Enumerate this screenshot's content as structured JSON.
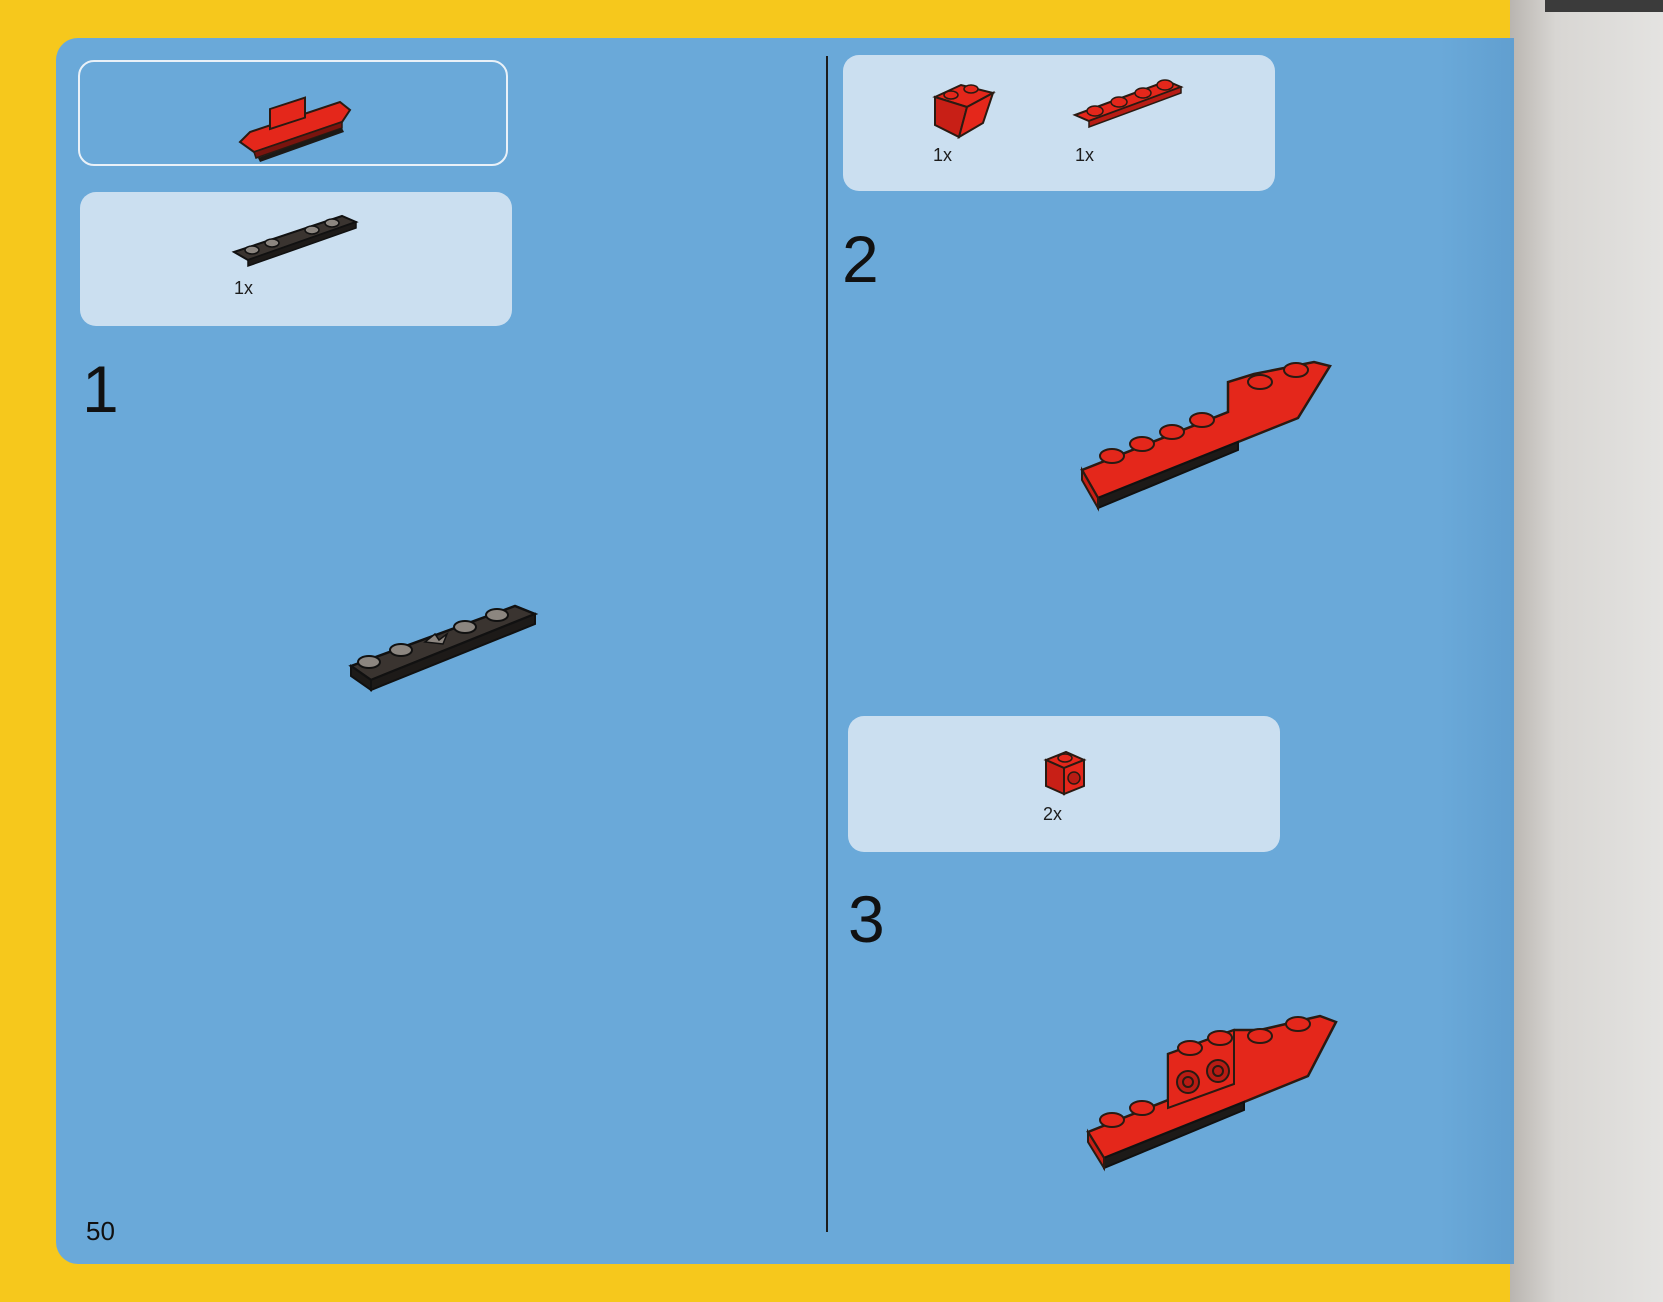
{
  "page_number": "50",
  "steps": {
    "step1": {
      "number": "1",
      "parts": [
        {
          "qty": "1x",
          "name": "black-plate-1x6-icon"
        }
      ]
    },
    "step2": {
      "number": "2",
      "parts": [
        {
          "qty": "1x",
          "name": "red-slope-icon"
        },
        {
          "qty": "1x",
          "name": "red-plate-1x4-icon"
        }
      ]
    },
    "step3": {
      "number": "3",
      "parts": [
        {
          "qty": "2x",
          "name": "red-brick-1x1-stud-icon"
        }
      ]
    }
  },
  "colors": {
    "page_blue": "#6aa9d9",
    "border_yellow": "#f6c81c",
    "callout": "#cbdff0",
    "brick_red": "#e4271b",
    "plate_black": "#2a2623"
  }
}
